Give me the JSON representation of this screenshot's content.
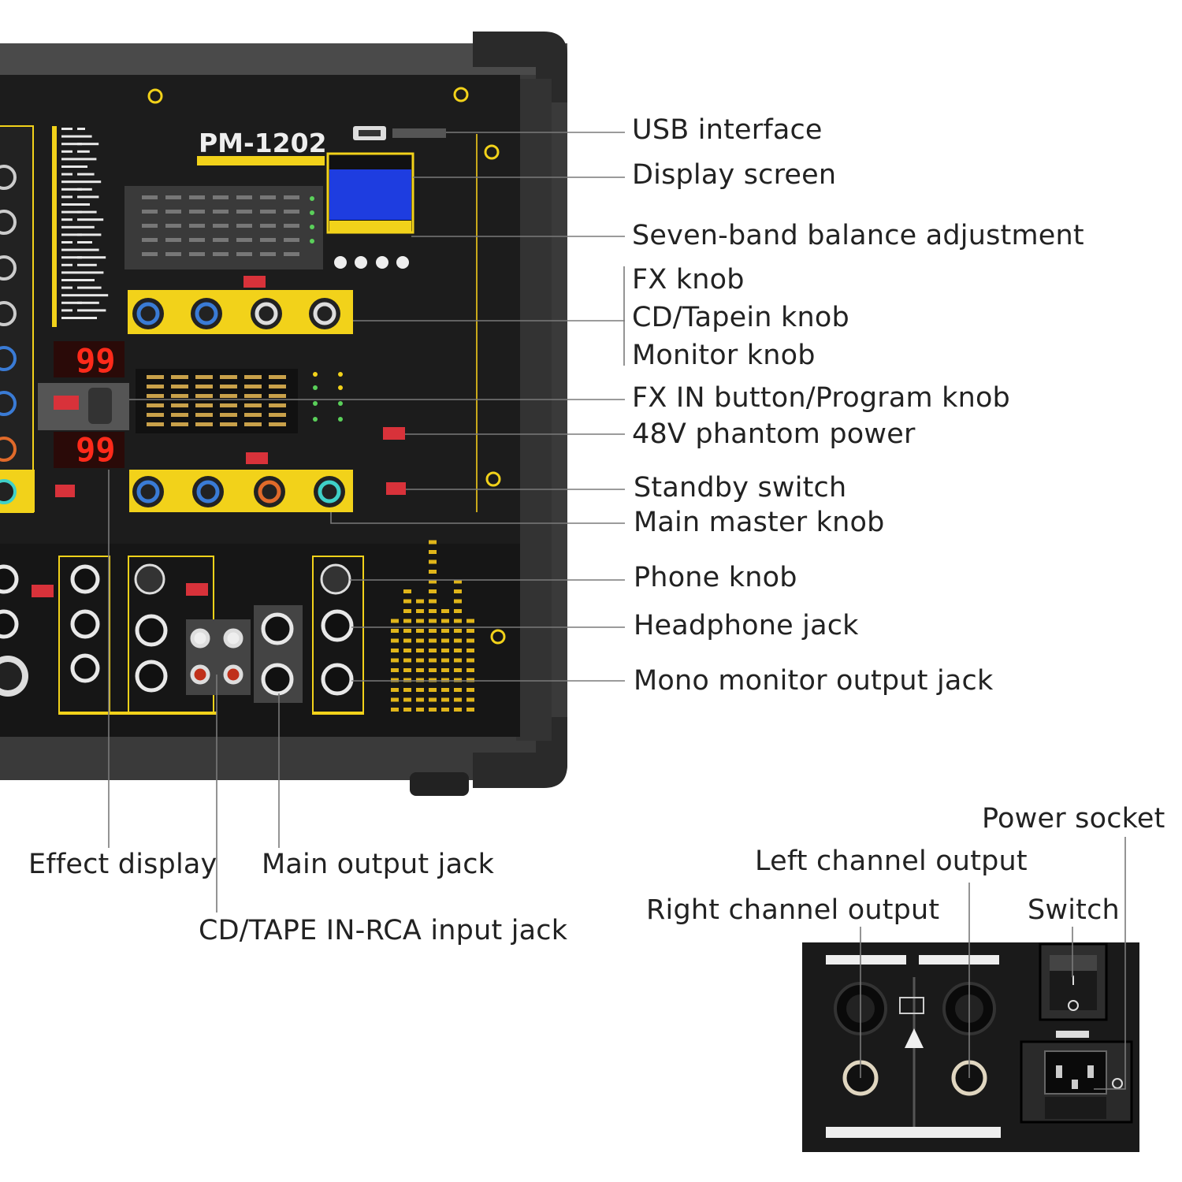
{
  "product": {
    "model": "PM-1202",
    "effect_display_value": "99",
    "effect_display_value_2": "99"
  },
  "callouts": [
    {
      "id": "usb",
      "text": "USB interface"
    },
    {
      "id": "display",
      "text": "Display screen"
    },
    {
      "id": "eq",
      "text": "Seven-band balance adjustment"
    },
    {
      "id": "fx",
      "text": "FX knob"
    },
    {
      "id": "cd",
      "text": "CD/Tapein knob"
    },
    {
      "id": "monitor",
      "text": "Monitor knob"
    },
    {
      "id": "fxin",
      "text": "FX IN button/Program knob"
    },
    {
      "id": "phantom",
      "text": "48V phantom power"
    },
    {
      "id": "standby",
      "text": "Standby switch"
    },
    {
      "id": "main_master",
      "text": "Main master knob"
    },
    {
      "id": "phone",
      "text": "Phone knob"
    },
    {
      "id": "headphone",
      "text": "Headphone jack"
    },
    {
      "id": "mono",
      "text": "Mono monitor output jack"
    },
    {
      "id": "effect_display",
      "text": "Effect display"
    },
    {
      "id": "main_output",
      "text": "Main output jack"
    },
    {
      "id": "rca",
      "text": "CD/TAPE IN-RCA input jack"
    },
    {
      "id": "power_socket",
      "text": "Power socket"
    },
    {
      "id": "left_out",
      "text": "Left channel output"
    },
    {
      "id": "right_out",
      "text": "Right channel output"
    },
    {
      "id": "switch",
      "text": "Switch"
    }
  ],
  "colors": {
    "panel": "#1c1c1c",
    "case": "#3a3a3a",
    "accent_yellow": "#f2d21a",
    "screen_blue": "#1e3de0",
    "led_red": "#ff2a1a",
    "button_red": "#d8323a",
    "leader_line": "#7a7a7a"
  }
}
